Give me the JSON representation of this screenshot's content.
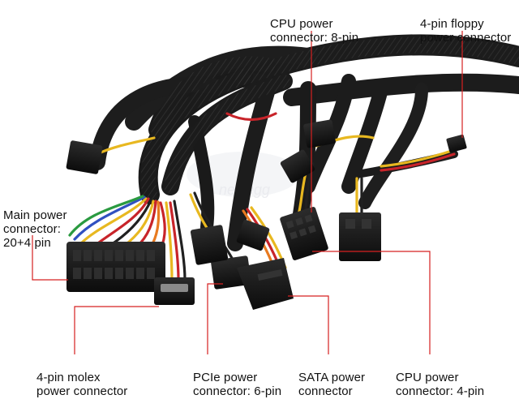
{
  "colors": {
    "callout_line": "#d62020",
    "sleeve": "#1c1c1c",
    "connector_body": "#141414",
    "wire_yellow": "#e8b820",
    "wire_red": "#c8242a",
    "wire_black": "#202020",
    "wire_orange": "#e87a20",
    "wire_blue": "#3050c0",
    "wire_green": "#2a9a40",
    "watermark": "#e6e6ea"
  },
  "labels": {
    "cpu_8pin": {
      "line1": "CPU power",
      "line2": "connector: 8-pin"
    },
    "floppy": {
      "line1": "4-pin floppy",
      "line2": "power connector"
    },
    "main": {
      "line1": "Main power",
      "line2": "connector:",
      "line3": "20+4 pin"
    },
    "molex": {
      "line1": "4-pin molex",
      "line2": "power connector"
    },
    "pcie": {
      "line1": "PCIe power",
      "line2": "connector: 6-pin"
    },
    "sata": {
      "line1": "SATA power",
      "line2": "connector"
    },
    "cpu_4pin": {
      "line1": "CPU power",
      "line2": "connector: 4-pin"
    }
  },
  "icons": [
    "power-cable-bundle"
  ]
}
